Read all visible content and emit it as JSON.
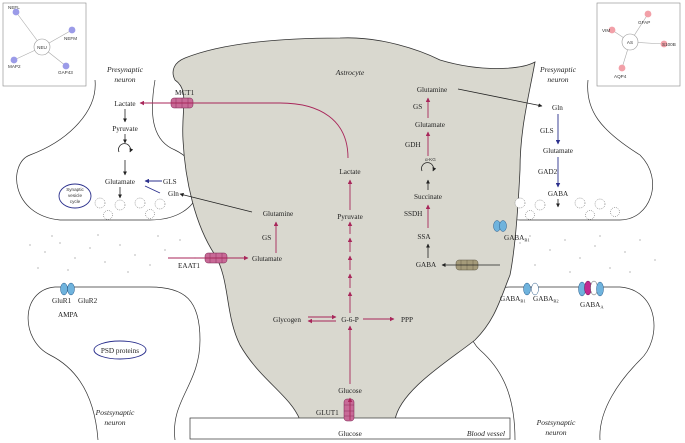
{
  "colors": {
    "astrocyte_fill": "#d9d8cf",
    "arrow_magenta": "#a8265a",
    "arrow_blue": "#2a2f8c",
    "node_purple": "#9b9be8",
    "node_pink": "#f2a0a8",
    "receptor_blue": "#6fb3dd",
    "transporter_pink": "#c86a97",
    "transporter_brown": "#a59b7a"
  },
  "network_left": {
    "center": "NEU",
    "nodes": [
      "NEFL",
      "NEFM",
      "MAP2",
      "GAP43"
    ]
  },
  "network_right": {
    "center": "AS",
    "nodes": [
      "GFAP",
      "VIM",
      "S100B",
      "AQP4"
    ]
  },
  "astrocyte": {
    "title": "Astrocyte"
  },
  "pre_left": {
    "title_line1": "Presynaptic",
    "title_line2": "neuron",
    "lactate": "Lactate",
    "pyruvate": "Pyruvate",
    "glutamate": "Glutamate",
    "gls": "GLS",
    "gln": "Gln",
    "vesicle_line1": "Synaptic",
    "vesicle_line2": "vesicle",
    "vesicle_line3": "cycle"
  },
  "post_left": {
    "glur1": "GluR1",
    "glur2": "GluR2",
    "ampa": "AMPA",
    "psd": "PSD proteins",
    "title_line1": "Postsynaptic",
    "title_line2": "neuron"
  },
  "transporters": {
    "mct1": "MCT1",
    "eaat1": "EAAT1",
    "glut1": "GLUT1"
  },
  "glu_cycle": {
    "glutamine": "Glutamine",
    "gs": "GS",
    "glutamate": "Glutamate"
  },
  "glycolysis": {
    "lactate": "Lactate",
    "pyruvate": "Pyruvate",
    "g6p": "G-6-P",
    "glycogen": "Glycogen",
    "ppp": "PPP",
    "glucose": "Glucose"
  },
  "gaba_shunt": {
    "glutamine": "Glutamine",
    "gs": "GS",
    "glutamate": "Glutamate",
    "gdh": "GDH",
    "akg": "α-KG",
    "succinate": "Succinate",
    "ssdh": "SSDH",
    "ssa": "SSA",
    "gaba": "GABA"
  },
  "pre_right": {
    "title_line1": "Presynaptic",
    "title_line2": "neuron",
    "gln": "Gln",
    "gls": "GLS",
    "glutamate": "Glutamate",
    "gad2": "GAD2",
    "gaba": "GABA",
    "gabab": "GABA",
    "gabab_sub": "B1"
  },
  "post_right": {
    "gabab1": "GABA",
    "gabab1_sub": "B1",
    "gabab2": "GABA",
    "gabab2_sub": "B2",
    "gabaa": "GABA",
    "gabaa_sub": "A",
    "title_line1": "Postsynaptic",
    "title_line2": "neuron"
  },
  "blood": {
    "glucose": "Glucose",
    "label": "Blood vessel"
  }
}
